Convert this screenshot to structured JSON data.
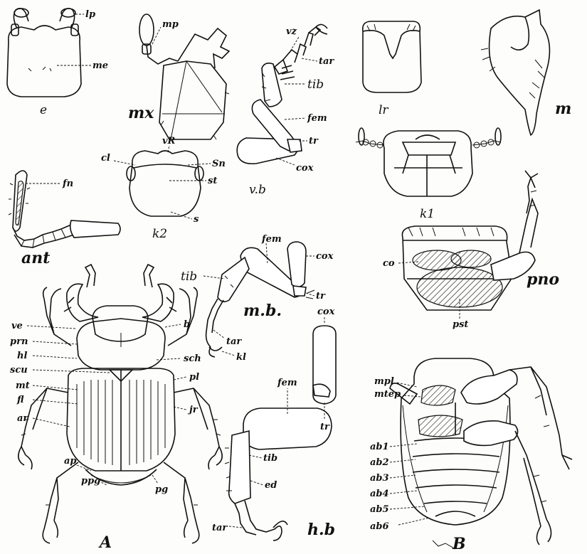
{
  "figures": {
    "e": {
      "title": "e",
      "labels": {
        "lp": "lp",
        "me": "me"
      }
    },
    "mx": {
      "title": "mx",
      "labels": {
        "mp": "mp"
      }
    },
    "vb": {
      "title": "v.b",
      "labels": {
        "vz": "vz",
        "tar": "tar",
        "tib": "tib",
        "fem": "fem",
        "tr": "tr",
        "cox": "cox"
      }
    },
    "lr": {
      "title": "lr"
    },
    "m": {
      "title": "m"
    },
    "k1": {
      "title": "k1"
    },
    "ant": {
      "title": "ant",
      "labels": {
        "fn": "fn"
      }
    },
    "k2": {
      "title": "k2",
      "labels": {
        "vr": "vR",
        "cl": "cl",
        "sn": "Sn",
        "st": "st",
        "s": "s"
      }
    },
    "pno": {
      "title": "pno",
      "labels": {
        "co": "co",
        "pst": "pst"
      }
    },
    "mb": {
      "title": "m.b.",
      "labels": {
        "fem": "fem",
        "cox": "cox",
        "tib": "tib",
        "tr": "tr",
        "tar": "tar",
        "kl": "kl"
      }
    },
    "A": {
      "title": "A",
      "labels": {
        "ve": "ve",
        "prn": "prn",
        "b": "b",
        "hl": "hl",
        "sch": "sch",
        "scu": "scu",
        "mt": "mt",
        "pl": "pl",
        "fl": "fl",
        "jr": "jr",
        "ar": "ar",
        "ap": "ap",
        "ppg": "ppg",
        "pg": "pg"
      }
    },
    "hb": {
      "title": "h.b",
      "labels": {
        "cox": "cox",
        "fem": "fem",
        "tib": "tib",
        "tr": "tr",
        "ed": "ed",
        "tar": "tar"
      }
    },
    "B": {
      "title": "B",
      "labels": {
        "mpl": "mpl",
        "mtep": "mtep",
        "ab1": "ab1",
        "ab2": "ab2",
        "ab3": "ab3",
        "ab4": "ab4",
        "ab5": "ab5",
        "ab6": "ab6"
      }
    }
  }
}
